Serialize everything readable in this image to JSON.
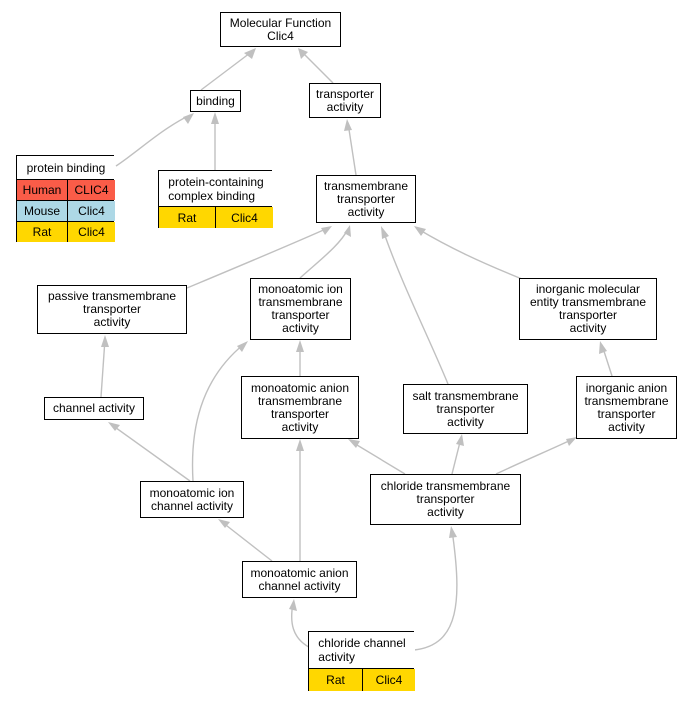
{
  "colors": {
    "edge": "#c0c0c0",
    "human": "#fa5c48",
    "mouse": "#add8e6",
    "rat": "#ffd700"
  },
  "nodes": {
    "mf_clic4": {
      "lines": [
        "Molecular Function",
        "Clic4"
      ]
    },
    "binding": {
      "lines": [
        "binding"
      ]
    },
    "transporter_activity": {
      "lines": [
        "transporter",
        "activity"
      ]
    },
    "protein_containing": {
      "lines": [
        "protein-containing",
        "complex binding"
      ]
    },
    "tm_transporter": {
      "lines": [
        "transmembrane",
        "transporter",
        "activity"
      ]
    },
    "passive_tm": {
      "lines": [
        "passive transmembrane",
        "transporter",
        "activity"
      ]
    },
    "monoatomic_ion_tm": {
      "lines": [
        "monoatomic ion",
        "transmembrane",
        "transporter",
        "activity"
      ]
    },
    "inorganic_molecular": {
      "lines": [
        "inorganic molecular",
        "entity transmembrane",
        "transporter",
        "activity"
      ]
    },
    "channel_activity": {
      "lines": [
        "channel activity"
      ]
    },
    "monoatomic_anion_tm": {
      "lines": [
        "monoatomic anion",
        "transmembrane",
        "transporter",
        "activity"
      ]
    },
    "salt_tm": {
      "lines": [
        "salt transmembrane",
        "transporter",
        "activity"
      ]
    },
    "inorganic_anion_tm": {
      "lines": [
        "inorganic anion",
        "transmembrane",
        "transporter",
        "activity"
      ]
    },
    "monoatomic_ion_channel": {
      "lines": [
        "monoatomic ion",
        "channel activity"
      ]
    },
    "chloride_tm": {
      "lines": [
        "chloride transmembrane",
        "transporter",
        "activity"
      ]
    },
    "monoatomic_anion_channel": {
      "lines": [
        "monoatomic anion",
        "channel activity"
      ]
    },
    "chloride_channel": {
      "lines": [
        "chloride channel",
        "activity"
      ]
    }
  },
  "annotations": {
    "protein_binding": {
      "title": "protein binding",
      "rows": [
        {
          "species": "Human",
          "gene": "CLIC4",
          "color": "#fa5c48"
        },
        {
          "species": "Mouse",
          "gene": "Clic4",
          "color": "#add8e6"
        },
        {
          "species": "Rat",
          "gene": "Clic4",
          "color": "#ffd700"
        }
      ]
    },
    "protein_containing": {
      "rows": [
        {
          "species": "Rat",
          "gene": "Clic4",
          "color": "#ffd700"
        }
      ]
    },
    "chloride_channel": {
      "rows": [
        {
          "species": "Rat",
          "gene": "Clic4",
          "color": "#ffd700"
        }
      ]
    }
  }
}
